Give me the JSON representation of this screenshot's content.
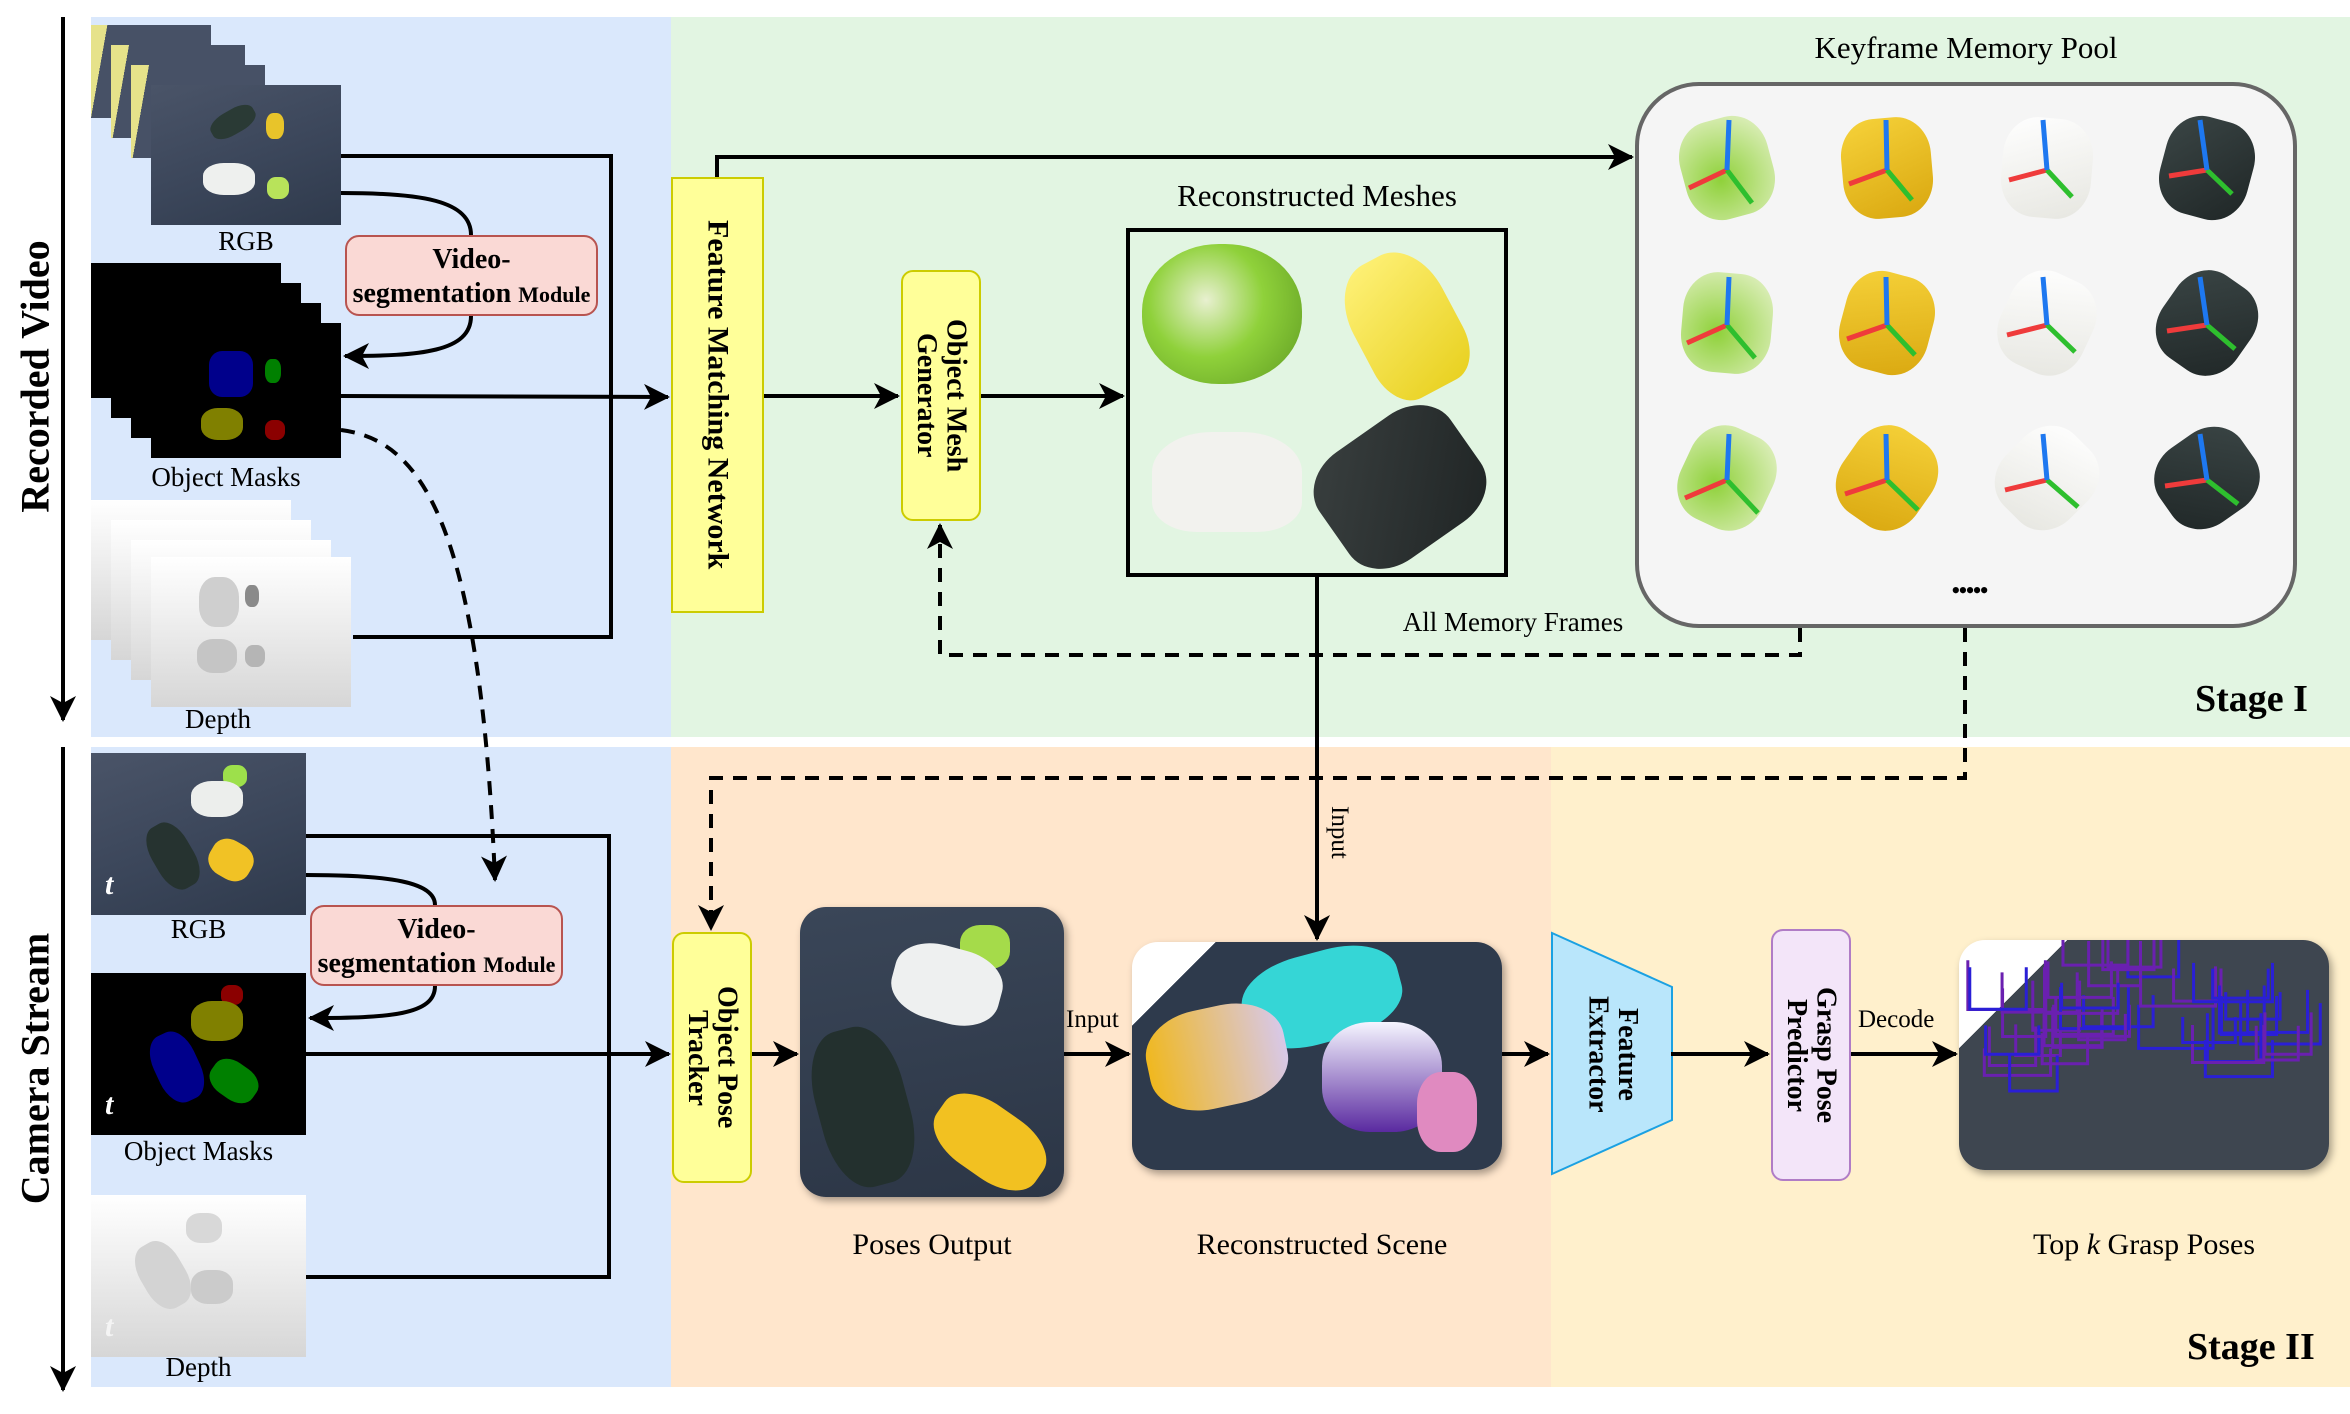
{
  "axes": {
    "stage1_axis_label": "Recorded Video",
    "stage2_axis_label": "Camera Stream"
  },
  "stage1": {
    "label": "Stage I",
    "inputs": {
      "rgb_caption": "RGB",
      "masks_caption": "Object Masks",
      "depth_caption": "Depth"
    },
    "segmentation_module": {
      "line1": "Video-",
      "line2_main": "segmentation",
      "line2_small": "Module"
    },
    "feature_matching_network": "Feature Matching Network",
    "object_mesh_generator": {
      "line1": "Object Mesh",
      "line2": "Generator"
    },
    "reconstructed_meshes_title": "Reconstructed Meshes",
    "keyframe_pool_title": "Keyframe Memory Pool",
    "keyframe_pool_ellipsis": "•••••",
    "all_memory_frames_label": "All Memory Frames",
    "keyframe_rows": [
      [
        "cabbage",
        "mustard",
        "controller",
        "drill"
      ],
      [
        "cabbage",
        "mustard",
        "controller",
        "drill"
      ],
      [
        "cabbage",
        "mustard",
        "controller",
        "drill"
      ]
    ],
    "mesh_objects": [
      "cabbage",
      "mustard",
      "controller",
      "drill"
    ]
  },
  "stage2": {
    "label": "Stage II",
    "inputs": {
      "rgb_caption": "RGB",
      "masks_caption": "Object Masks",
      "depth_caption": "Depth",
      "time_marker": "t"
    },
    "segmentation_module": {
      "line1": "Video-",
      "line2_main": "segmentation",
      "line2_small": "Module"
    },
    "object_pose_tracker": {
      "line1": "Object Pose",
      "line2": "Tracker"
    },
    "poses_output_caption": "Poses Output",
    "input_label_horizontal": "Input",
    "input_label_vertical": "Input",
    "reconstructed_scene_caption": "Reconstructed Scene",
    "feature_extractor": {
      "line1": "Feature",
      "line2": "Extractor"
    },
    "grasp_pose_predictor": {
      "line1": "Grasp Pose",
      "line2": "Predictor"
    },
    "decode_label": "Decode",
    "grasp_caption_prefix": "Top ",
    "grasp_caption_k": "k",
    "grasp_caption_suffix": " Grasp Poses"
  },
  "colors": {
    "stage_input_panel": "#dae8fc",
    "stage1_panel": "#e2f5e2",
    "stage2_tracking_panel": "#ffe6cc",
    "stage2_grasp_panel": "#fff0cc",
    "module_yellow": "#ffff99",
    "module_yellow_border": "#cccc00",
    "segmentation_fill": "#fad9d5",
    "segmentation_border": "#b85450",
    "feature_extractor_fill": "#b9e6fb",
    "feature_extractor_border": "#1ba1e2",
    "grasp_predictor_fill": "#f3e5f9",
    "grasp_predictor_border": "#b07cc6",
    "axis_x": "#ef3b3b",
    "axis_y": "#2ebf2e",
    "axis_z": "#1e78f0"
  }
}
